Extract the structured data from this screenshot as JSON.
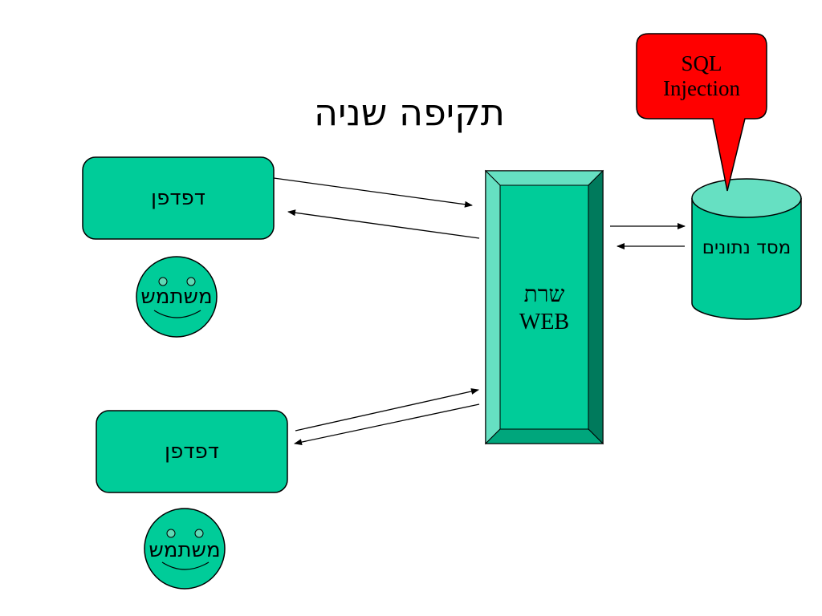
{
  "title": "תקיפה שניה",
  "browsers": [
    {
      "label": "דפדפן"
    },
    {
      "label": "דפדפן"
    }
  ],
  "users": [
    {
      "label": "משתמש"
    },
    {
      "label": "משתמש"
    }
  ],
  "web_server": {
    "line1": "שרת",
    "line2": "WEB"
  },
  "database": {
    "label": "מסד נתונים"
  },
  "callout": {
    "line1": "SQL",
    "line2": "Injection"
  },
  "colors": {
    "shape_fill": "#00CC99",
    "shape_dark": "#007A5C",
    "shape_light": "#66E0C2",
    "callout_fill": "#FF0000",
    "stroke": "#000000"
  }
}
